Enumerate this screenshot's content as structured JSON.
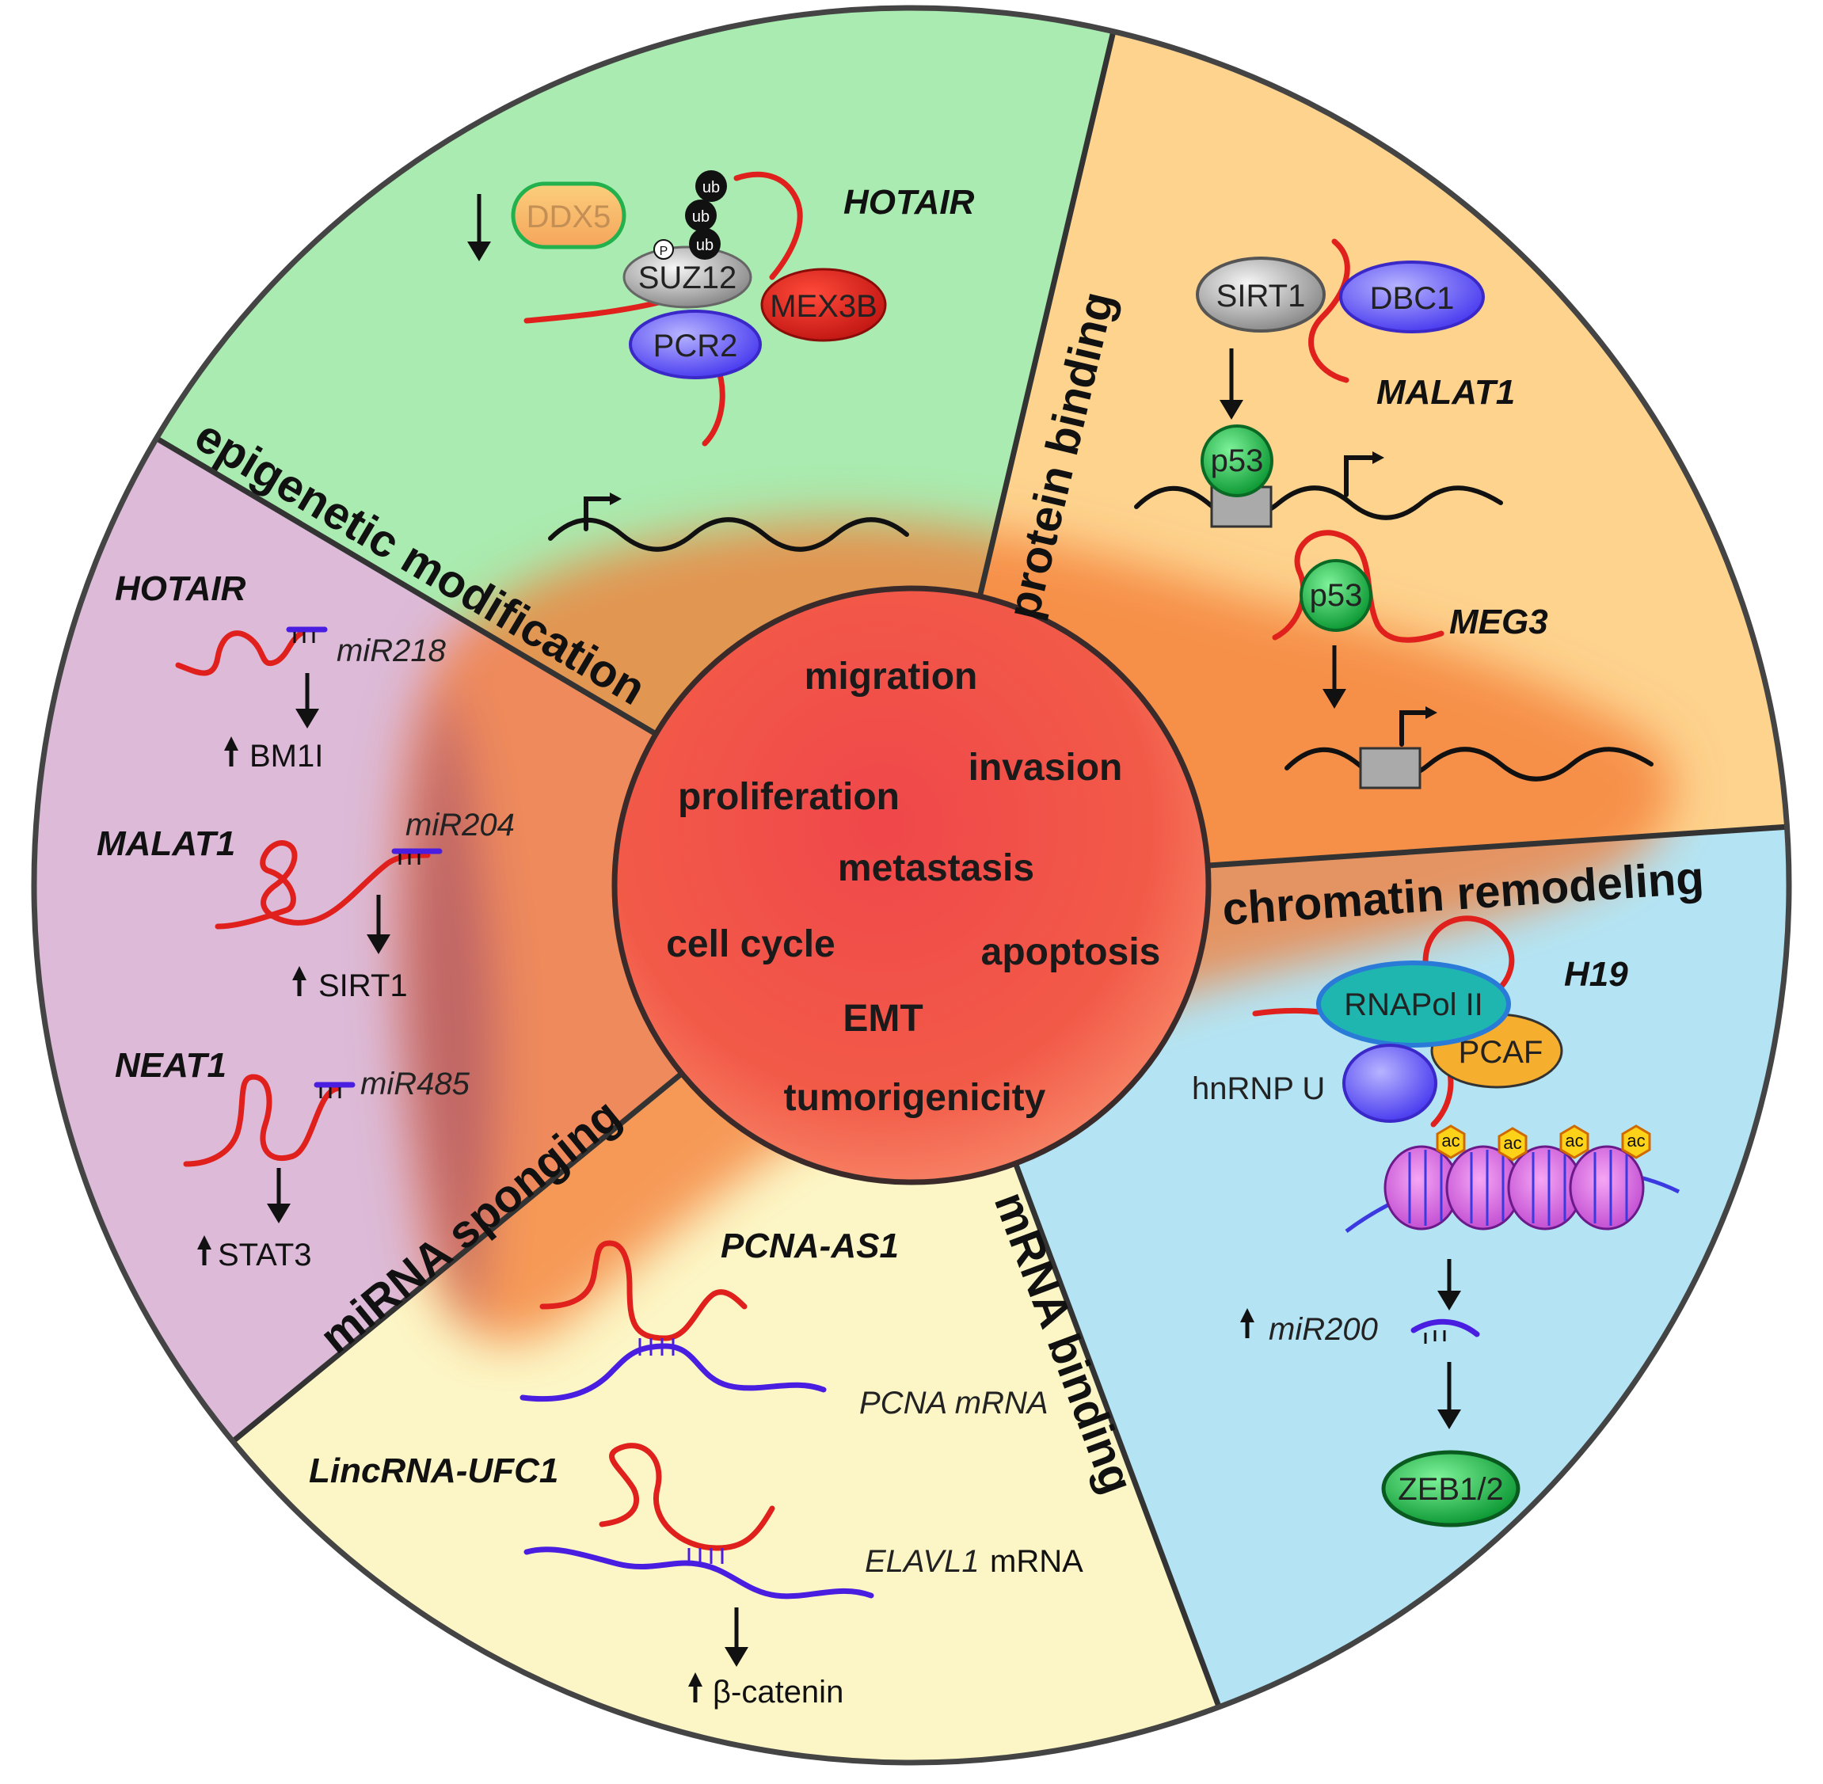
{
  "sectors": {
    "epigenetic": {
      "title": "epigenetic modification",
      "gene": "HOTAIR",
      "ddx5": "DDX5",
      "suz12": "SUZ12",
      "pcr2": "PCR2",
      "mex3b": "MEX3B",
      "ub1": "ub",
      "ub2": "ub",
      "ub3": "ub",
      "p": "P"
    },
    "protein_binding": {
      "title": "protein binding",
      "sirt1": "SIRT1",
      "dbc1": "DBC1",
      "gene1": "MALAT1",
      "p53_a": "p53",
      "p53_b": "p53",
      "gene2": "MEG3"
    },
    "chromatin": {
      "title": "chromatin remodeling",
      "gene": "H19",
      "rnapol": "RNAPol II",
      "pcaf": "PCAF",
      "hnrnp": "hnRNP U",
      "ac": [
        "ac",
        "ac",
        "ac",
        "ac"
      ],
      "mir": "miR200",
      "zeb": "ZEB1/2"
    },
    "mrna_binding": {
      "title": "mRNA binding",
      "gene1": "PCNA-AS1",
      "mrna1": "PCNA mRNA",
      "gene2": "LincRNA-UFC1",
      "mrna2_gene": "ELAVL1",
      "mrna2_word": "mRNA",
      "target": "β-catenin"
    },
    "mirna_sponging": {
      "title": "miRNA sponging",
      "items": [
        {
          "gene": "HOTAIR",
          "mir": "miR218",
          "target": "BM1I"
        },
        {
          "gene": "MALAT1",
          "mir": "miR204",
          "target": "SIRT1"
        },
        {
          "gene": "NEAT1",
          "mir": "miR485",
          "target": "STAT3"
        }
      ]
    }
  },
  "center": {
    "terms": [
      "migration",
      "invasion",
      "proliferation",
      "metastasis",
      "cell cycle",
      "apoptosis",
      "EMT",
      "tumorigenicity"
    ]
  },
  "colors": {
    "epigenetic": "#a9ebb0",
    "protein_binding": "#fdd38e",
    "chromatin": "#b4e4f4",
    "mrna_binding": "#fcf6c6",
    "mirna_sponging": "#dcbad8",
    "center": "#f5504a",
    "rna": "#e0201c",
    "mirna": "#4a1ee0"
  }
}
